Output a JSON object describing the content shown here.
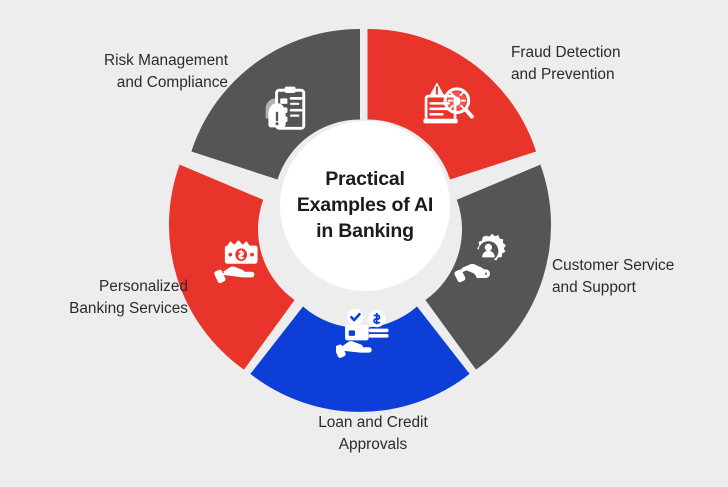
{
  "page": {
    "background_color": "#ededed",
    "title": "Practical Examples of AI in Banking"
  },
  "center": {
    "title": "Practical\nExamples of AI\nin Banking",
    "background_color": "#ffffff",
    "text_color": "#1b1b1b"
  },
  "chart_data": {
    "type": "pie",
    "title": "Practical Examples of AI in Banking",
    "subtitle": "",
    "xlabel": "",
    "ylabel": "",
    "legend_position": "around-chart",
    "grid": false,
    "inner_radius_ratio": 0.48,
    "categories": [
      "Risk Management and Compliance",
      "Fraud Detection and Prevention",
      "Customer Service and Support",
      "Loan and Credit Approvals",
      "Personalized Banking Services"
    ],
    "values": [
      20,
      20,
      20,
      20,
      20
    ],
    "colors": [
      "#555555",
      "#e8342a",
      "#555555",
      "#0d3fd8",
      "#e8342a"
    ],
    "series": [
      {
        "name": "Practical Examples of AI in Banking",
        "values": [
          20,
          20,
          20,
          20,
          20
        ]
      }
    ]
  },
  "segments": [
    {
      "id": "risk-management",
      "label": "Risk Management\nand Compliance",
      "color": "#555555",
      "icon": "clipboard-checklist-alert-icon",
      "start_angle": -90,
      "end_angle": -162
    },
    {
      "id": "fraud-detection",
      "label": "Fraud Detection\nand Prevention",
      "color": "#e8342a",
      "icon": "document-magnifier-bug-icon",
      "start_angle": -90,
      "end_angle": -18
    },
    {
      "id": "customer-service",
      "label": "Customer Service\nand Support",
      "color": "#555555",
      "icon": "hand-gear-person-icon",
      "start_angle": -18,
      "end_angle": 54
    },
    {
      "id": "loan-credit",
      "label": "Loan and Credit\nApprovals",
      "color": "#0d3fd8",
      "icon": "hand-money-approval-icon",
      "start_angle": 54,
      "end_angle": 126
    },
    {
      "id": "personalized-banking",
      "label": "Personalized\nBanking Services",
      "color": "#e8342a",
      "icon": "hand-banknote-icon",
      "start_angle": 126,
      "end_angle": 198
    }
  ]
}
